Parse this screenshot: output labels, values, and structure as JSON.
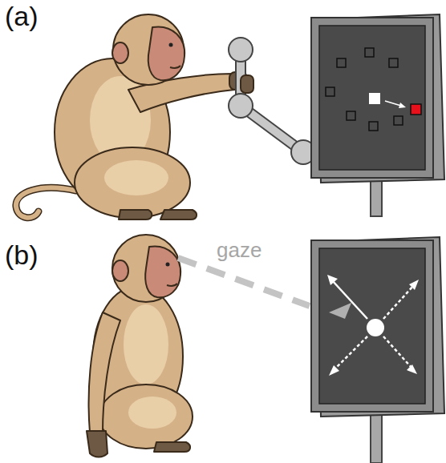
{
  "diagram": {
    "labels": [
      "(a)",
      "(b)",
      "gaze"
    ]
  }
}
